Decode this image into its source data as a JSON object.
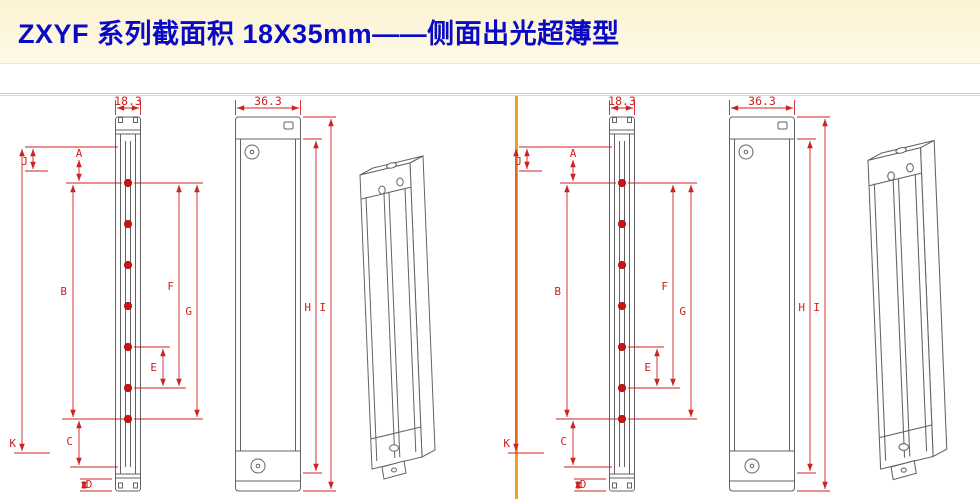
{
  "header": {
    "title": "ZXYF 系列截面积  18X35mm——侧面出光超薄型"
  },
  "colors": {
    "title-blue": "#0a0ac4",
    "dim-red": "#cc2222",
    "divider-orange": "#efa31d",
    "header-bg": "#fbf3d2"
  },
  "drawings": {
    "left": {
      "front_width": "18.3",
      "side_width": "36.3",
      "labels": {
        "A": "A",
        "B": "B",
        "C": "C",
        "D": "D",
        "E": "E",
        "F": "F",
        "G": "G",
        "H": "H",
        "I": "I",
        "J": "J",
        "K": "K"
      }
    },
    "right": {
      "front_width": "18.3",
      "side_width": "36.3",
      "labels": {
        "A": "A",
        "B": "B",
        "C": "C",
        "D": "D",
        "E": "E",
        "F": "F",
        "G": "G",
        "H": "H",
        "I": "I",
        "J": "J",
        "K": "K"
      }
    }
  }
}
